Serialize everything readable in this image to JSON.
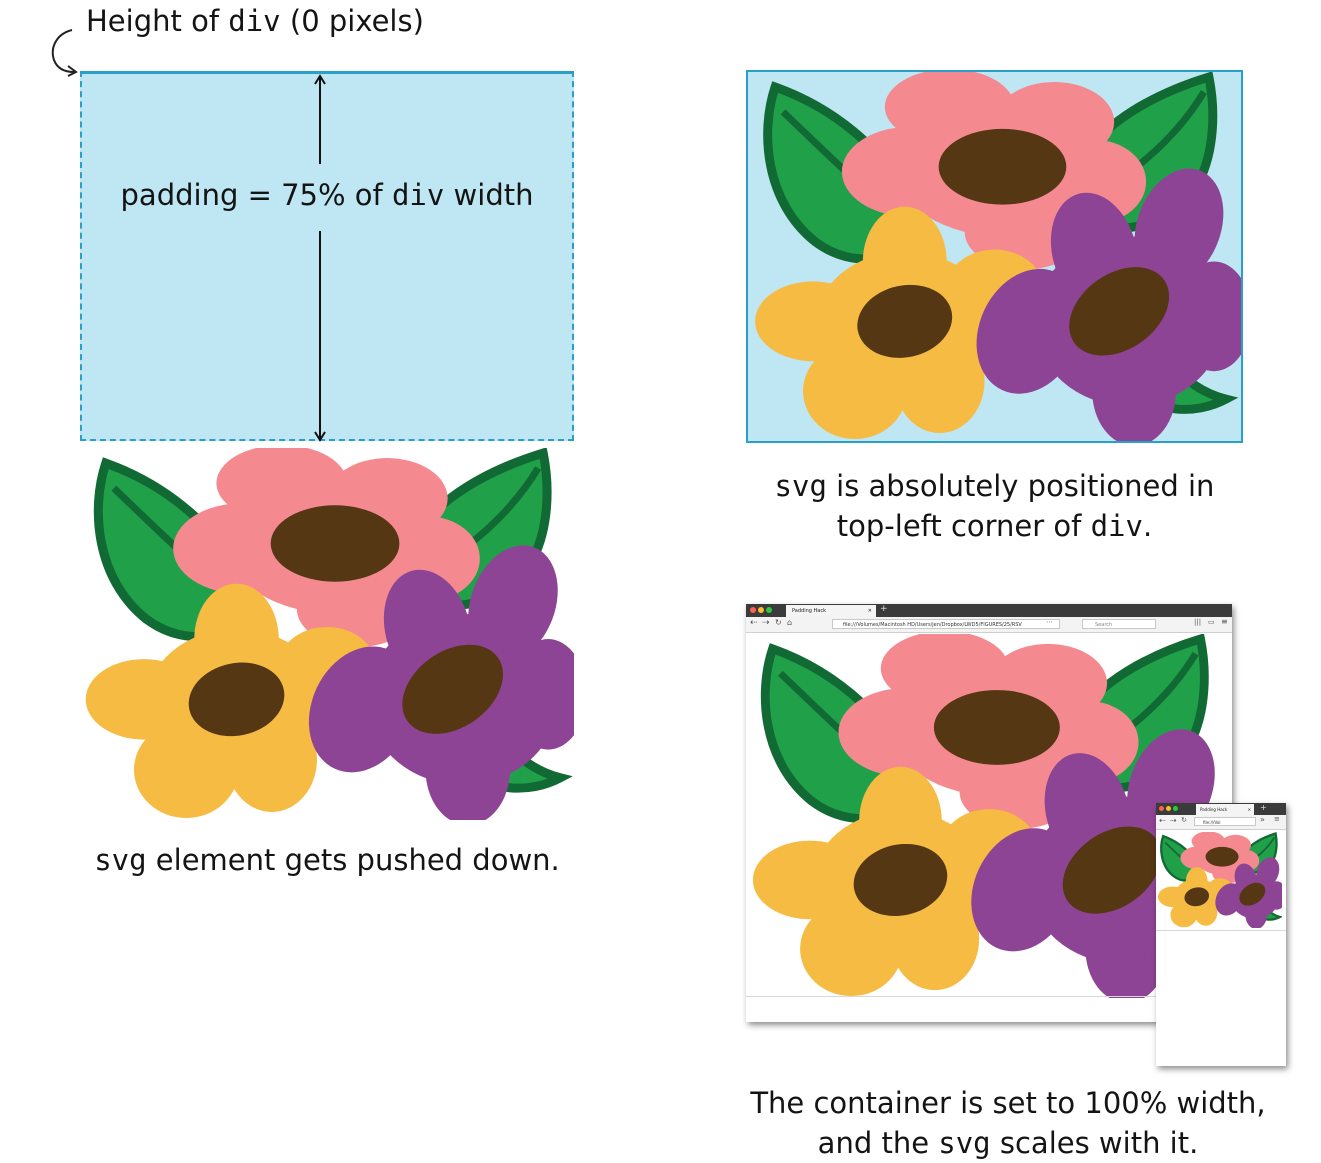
{
  "left_panel": {
    "height_label_prefix": "Height of ",
    "height_label_code": "div",
    "height_label_suffix": "  (0 pixels)",
    "padding_label_prefix": "padding = 75% of ",
    "padding_label_code": "div",
    "padding_label_suffix": " width",
    "caption_code": "svg",
    "caption_text": " element gets pushed down."
  },
  "right_top": {
    "caption_line1_code": "svg",
    "caption_line1_text": " is absolutely positioned in",
    "caption_line2_text": "top-left corner of ",
    "caption_line2_code": "div",
    "caption_line2_end": "."
  },
  "browser_large": {
    "tab_title": "Padding Hack",
    "url": "file:///Volumes/Macintosh HD/Users/jen/Dropbox/LWD5/FIGURES/25/RSV",
    "search_placeholder": "Search"
  },
  "browser_small": {
    "tab_title": "Padding Hack",
    "url": "file:///Vol"
  },
  "bottom_caption": {
    "line1": "The container is set to 100% width,",
    "line2_prefix": "and the ",
    "line2_code": "svg",
    "line2_suffix": " scales with it."
  },
  "colors": {
    "pad_fill": "#bfe6f3",
    "pad_border": "#2a9fc7",
    "leaf": "#21a04a",
    "leaf_stroke": "#116a33",
    "pink": "#f48a90",
    "yellow": "#f6bb42",
    "purple": "#8e4495",
    "center": "#553714"
  }
}
